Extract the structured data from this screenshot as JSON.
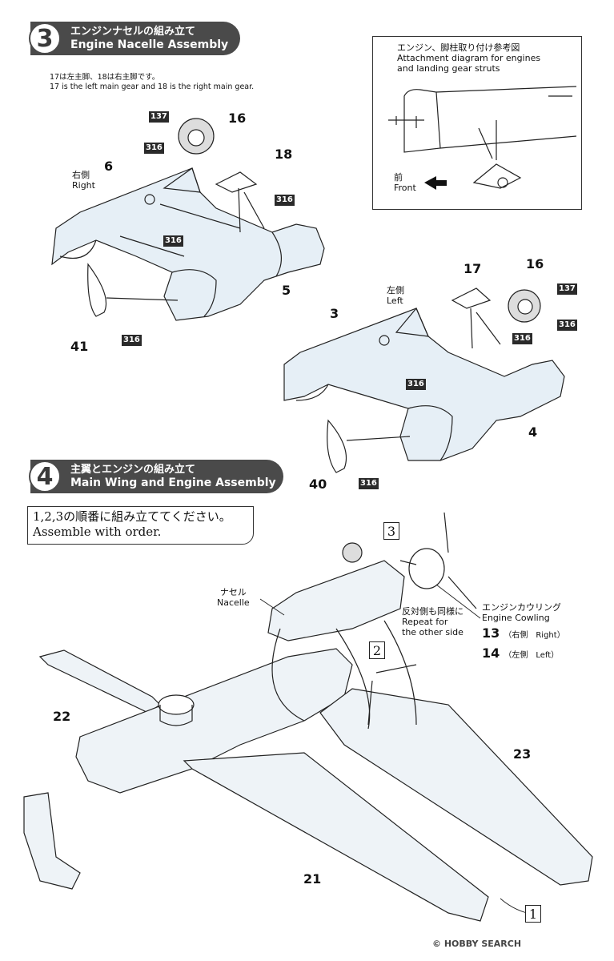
{
  "step3": {
    "number": "3",
    "title_jp": "エンジンナセルの組み立て",
    "title_en": "Engine Nacelle Assembly",
    "note_jp": "17は左主脚、18は右主脚です。",
    "note_en": "17 is the left main gear and 18 is the right main gear."
  },
  "reference": {
    "title_jp": "エンジン、脚柱取り付け参考図",
    "title_en_1": "Attachment diagram for engines",
    "title_en_2": "and landing gear struts",
    "front_jp": "前",
    "front_en": "Front"
  },
  "right_assembly": {
    "side_jp": "右側",
    "side_en": "Right",
    "parts": [
      "6",
      "16",
      "18",
      "5",
      "41"
    ],
    "paints": [
      "137",
      "316",
      "316",
      "316",
      "316"
    ]
  },
  "left_assembly": {
    "side_jp": "左側",
    "side_en": "Left",
    "parts": [
      "3",
      "17",
      "16",
      "4",
      "40"
    ],
    "paints": [
      "137",
      "316",
      "316",
      "316"
    ]
  },
  "step4": {
    "number": "4",
    "title_jp": "主翼とエンジンの組み立て",
    "title_en": "Main Wing and Engine Assembly",
    "instruction_jp": "1,2,3の順番に組み立ててください。",
    "instruction_en": "Assemble with order.",
    "nacelle_jp": "ナセル",
    "nacelle_en": "Nacelle",
    "other_side_jp": "反対側も同様に",
    "other_side_en_1": "Repeat for",
    "other_side_en_2": "the other side",
    "cowling_jp": "エンジンカウリング",
    "cowling_en": "Engine Cowling",
    "cowl_right_num": "13",
    "cowl_right_label": "（右側　Right）",
    "cowl_left_num": "14",
    "cowl_left_label": "（左側　Left）",
    "order_marks": [
      "1",
      "2",
      "3"
    ],
    "parts": [
      "22",
      "23",
      "21"
    ]
  },
  "footer": {
    "watermark": "© HOBBY SEARCH"
  }
}
